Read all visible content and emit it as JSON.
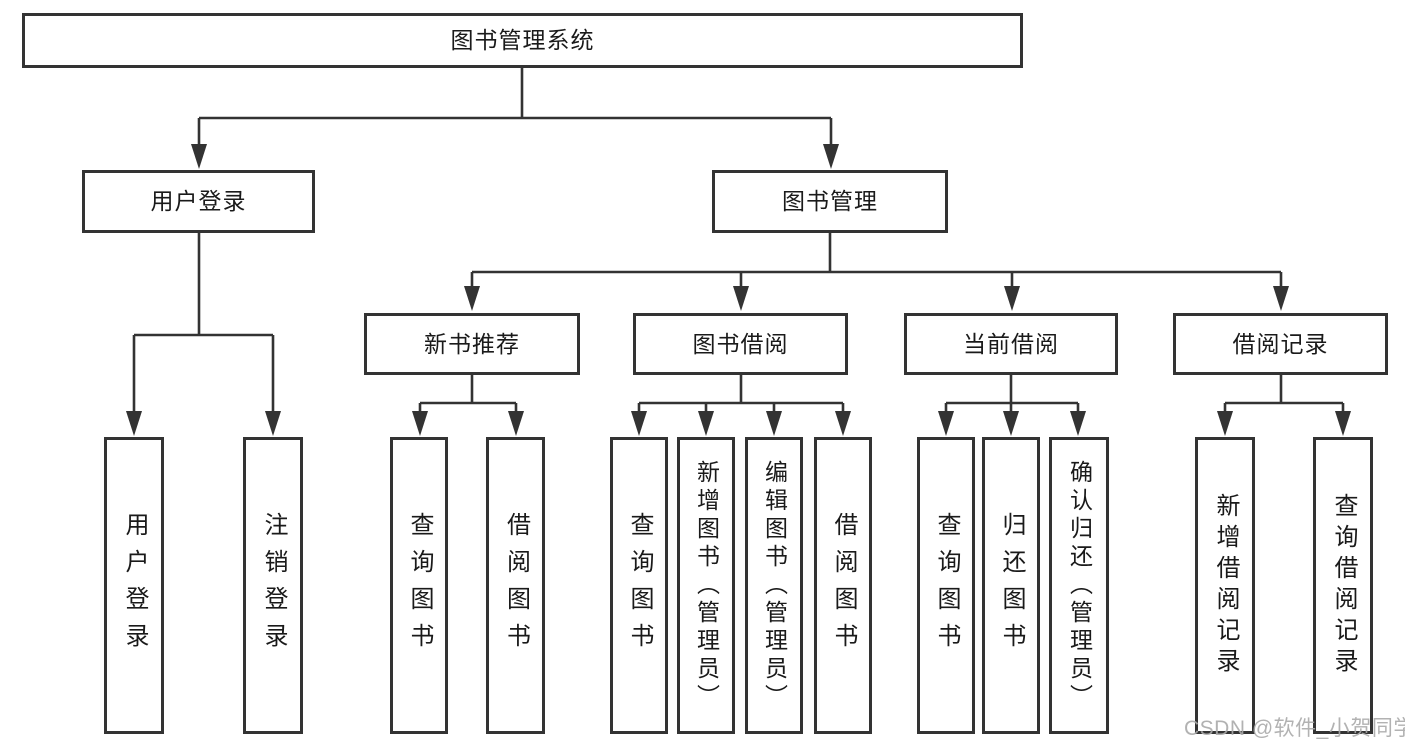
{
  "diagram": {
    "title": "图书管理系统",
    "root": {
      "label": "图书管理系统"
    },
    "branches": [
      {
        "label": "用户登录",
        "children": [
          {
            "label": "用户登录"
          },
          {
            "label": "注销登录"
          }
        ]
      },
      {
        "label": "图书管理",
        "children": [
          {
            "label": "新书推荐",
            "children": [
              {
                "label": "查询图书"
              },
              {
                "label": "借阅图书"
              }
            ]
          },
          {
            "label": "图书借阅",
            "children": [
              {
                "label": "查询图书"
              },
              {
                "label": "新增图书（管理员）"
              },
              {
                "label": "编辑图书（管理员）"
              },
              {
                "label": "借阅图书"
              }
            ]
          },
          {
            "label": "当前借阅",
            "children": [
              {
                "label": "查询图书"
              },
              {
                "label": "归还图书"
              },
              {
                "label": "确认归还（管理员）"
              }
            ]
          },
          {
            "label": "借阅记录",
            "children": [
              {
                "label": "新增借阅记录"
              },
              {
                "label": "查询借阅记录"
              }
            ]
          }
        ]
      }
    ]
  },
  "watermark": {
    "text": "CSDN @软件_小贺同学"
  },
  "colors": {
    "line": "#333333",
    "text": "#1a1a1a",
    "watermark": "#aaaaaa",
    "background": "#ffffff"
  }
}
